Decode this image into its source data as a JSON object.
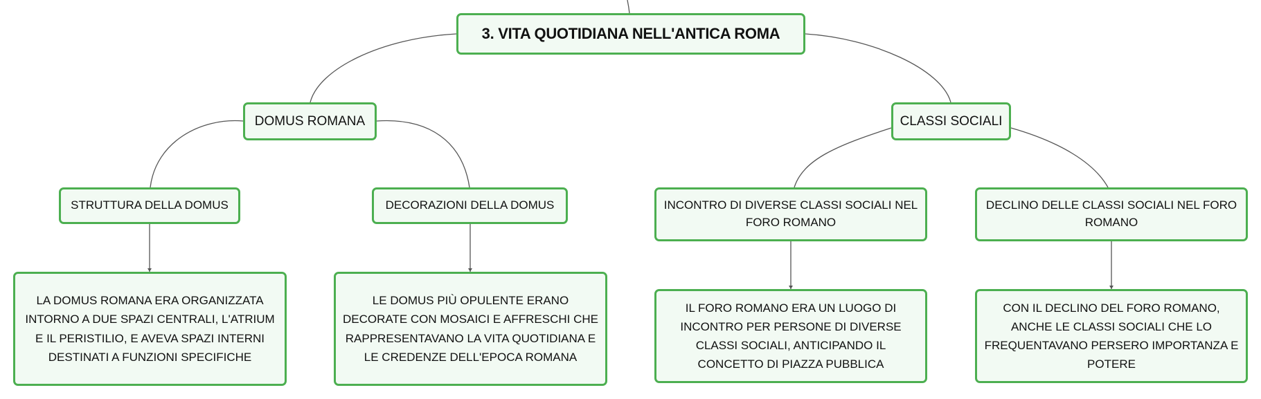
{
  "colors": {
    "node_border": "#4caf50",
    "node_fill": "#f2faf3",
    "connector": "#555555",
    "text": "#111111"
  },
  "root": {
    "label": "3. VITA QUOTIDIANA NELL'ANTICA ROMA"
  },
  "branches": {
    "domus": {
      "label": "DOMUS ROMANA",
      "children": [
        {
          "label": "STRUTTURA DELLA DOMUS",
          "detail": "LA DOMUS ROMANA ERA ORGANIZZATA INTORNO A DUE SPAZI CENTRALI, L'ATRIUM E IL PERISTILIO, E AVEVA SPAZI INTERNI DESTINATI A FUNZIONI SPECIFICHE"
        },
        {
          "label": "DECORAZIONI DELLA DOMUS",
          "detail": "LE DOMUS PIÙ OPULENTE ERANO DECORATE CON MOSAICI E AFFRESCHI CHE RAPPRESENTAVANO LA VITA QUOTIDIANA E LE CREDENZE DELL'EPOCA ROMANA"
        }
      ]
    },
    "classi": {
      "label": "CLASSI SOCIALI",
      "children": [
        {
          "label": "INCONTRO DI DIVERSE CLASSI SOCIALI NEL FORO ROMANO",
          "detail": "IL FORO ROMANO ERA UN LUOGO DI INCONTRO PER PERSONE DI DIVERSE CLASSI SOCIALI, ANTICIPANDO IL CONCETTO DI PIAZZA PUBBLICA"
        },
        {
          "label": "DECLINO DELLE CLASSI SOCIALI NEL FORO ROMANO",
          "detail": "CON IL DECLINO DEL FORO ROMANO, ANCHE LE CLASSI SOCIALI CHE LO FREQUENTAVANO PERSERO IMPORTANZA E POTERE"
        }
      ]
    }
  }
}
